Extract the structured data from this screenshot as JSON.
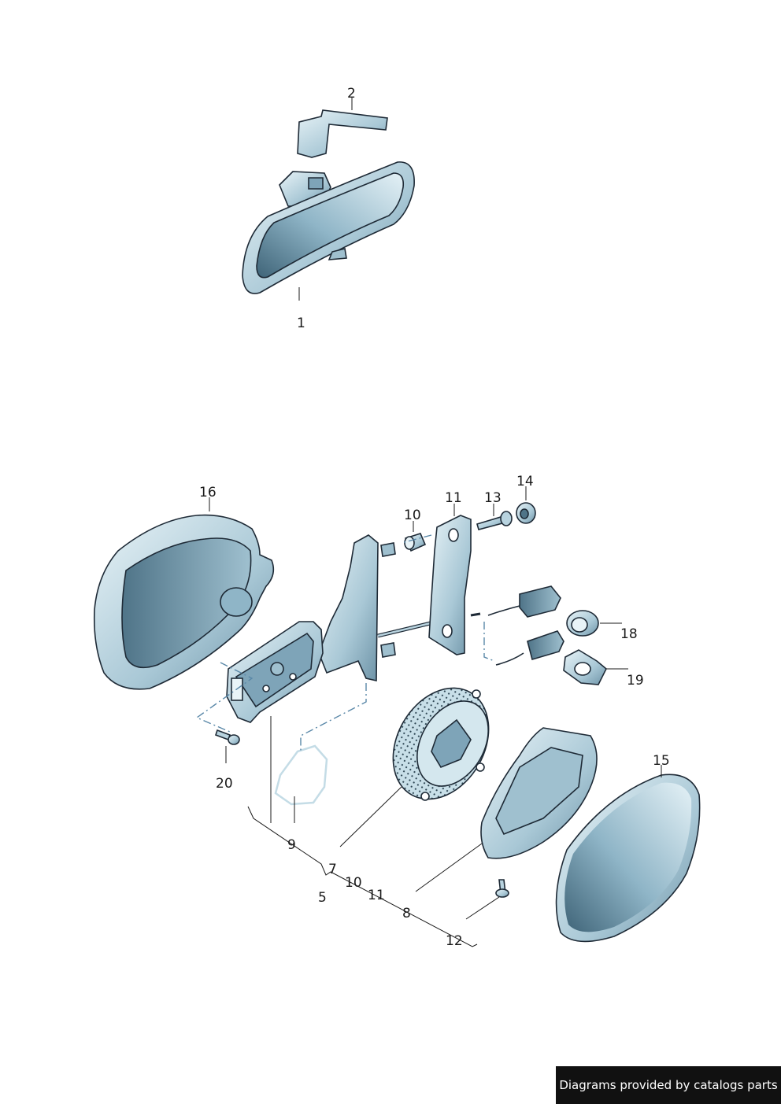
{
  "callouts": {
    "c1": "1",
    "c2": "2",
    "c16": "16",
    "c10a": "10",
    "c11a": "11",
    "c13": "13",
    "c14": "14",
    "c18": "18",
    "c19": "19",
    "c20": "20",
    "c15": "15",
    "c9": "9",
    "c7": "7",
    "c10b": "10",
    "c11b": "11",
    "c5": "5",
    "c8": "8",
    "c12": "12"
  },
  "footer": {
    "text": "Diagrams provided by catalogs parts"
  },
  "colors": {
    "part_fill": "#c4dce6",
    "part_shade": "#7ea4b8",
    "part_dark": "#4f7488",
    "outline": "#1e2a36",
    "dash": "#5a88a8"
  }
}
